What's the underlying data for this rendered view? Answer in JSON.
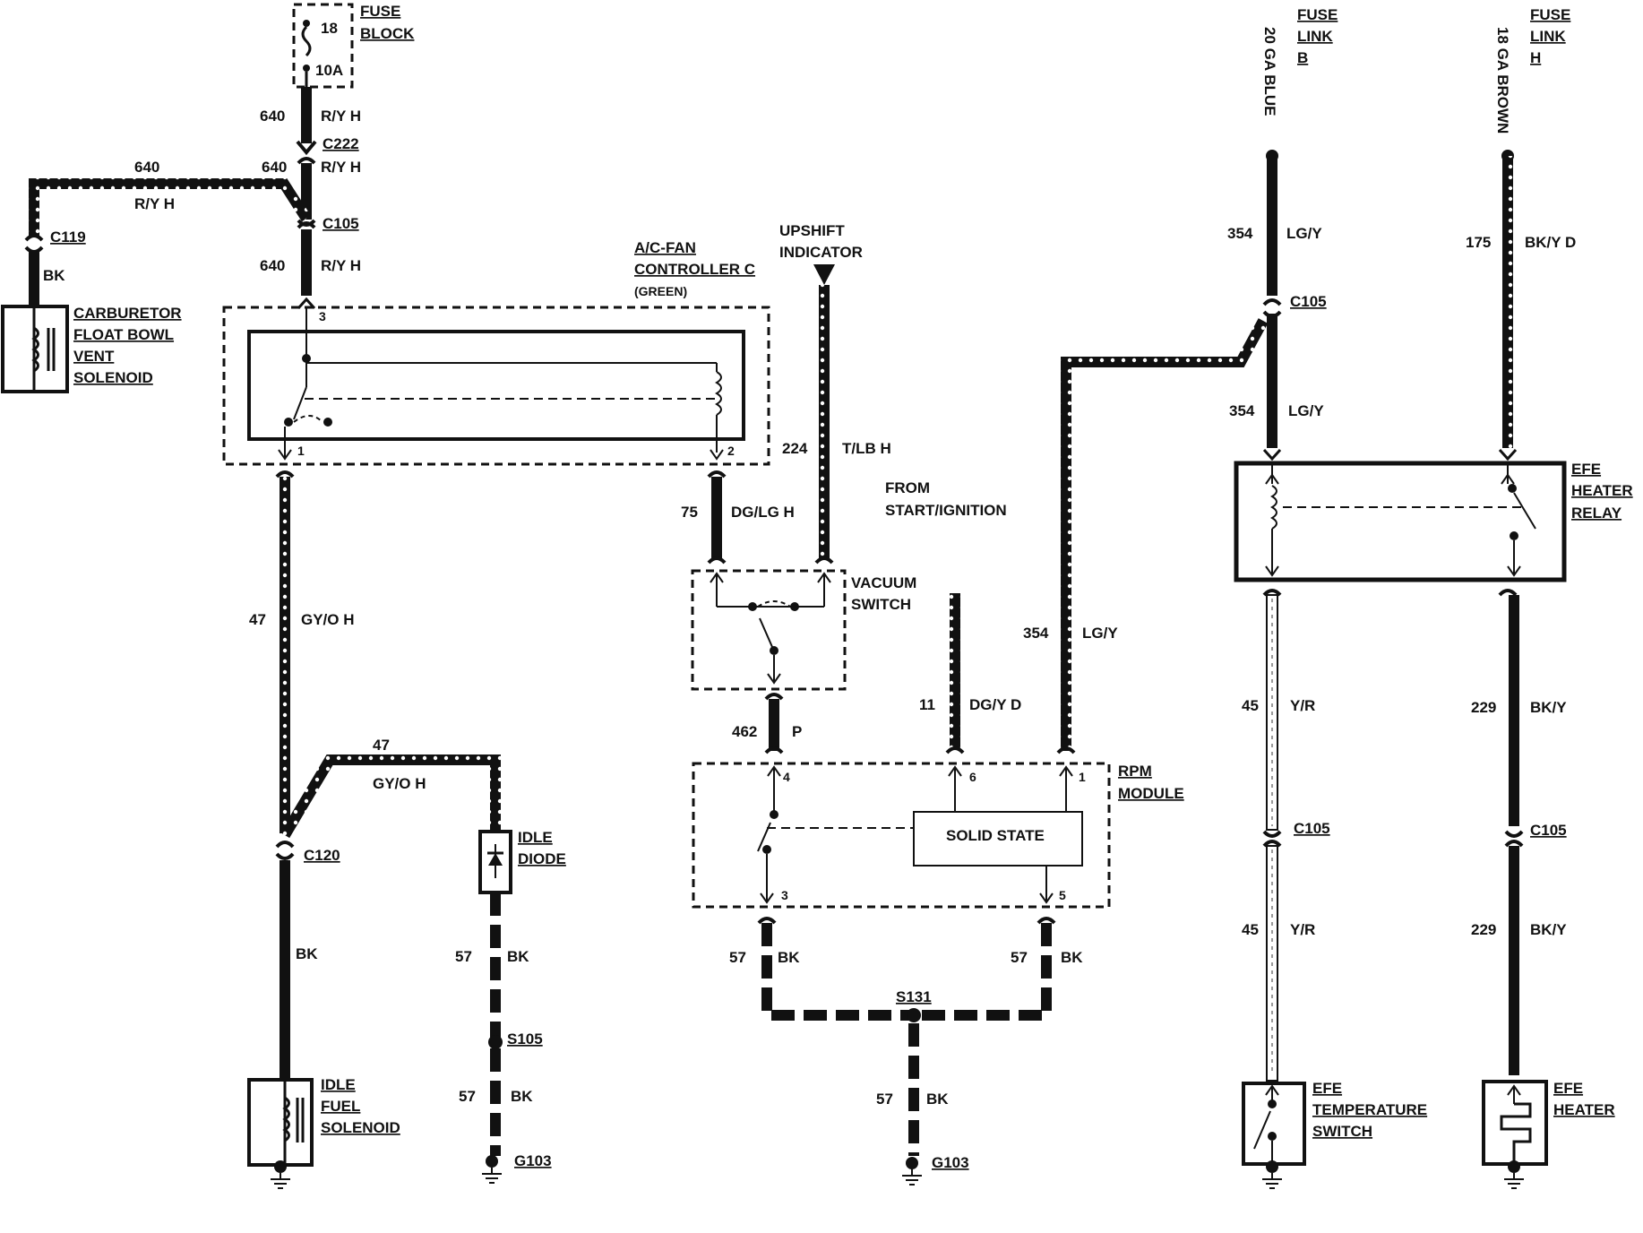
{
  "fuse_block": {
    "num": "18",
    "rating": "10A",
    "name_l1": "FUSE",
    "name_l2": "BLOCK"
  },
  "connectors": {
    "c222": "C222",
    "c105": "C105",
    "c119": "C119",
    "c120": "C120",
    "s131": "S131",
    "s105": "S105",
    "g103": "G103"
  },
  "wires": {
    "w640": "640",
    "ryh": "R/Y H",
    "bk": "BK",
    "w47": "47",
    "gyoh": "GY/O H",
    "w57": "57",
    "w224": "224",
    "tlbh": "T/LB H",
    "w75": "75",
    "dglgh": "DG/LG H",
    "w462": "462",
    "p": "P",
    "w11": "11",
    "dgyd": "DG/Y D",
    "w354": "354",
    "lgy": "LG/Y",
    "w175": "175",
    "bkyd": "BK/Y D",
    "w45": "45",
    "yr": "Y/R",
    "w229": "229",
    "bky": "BK/Y",
    "ga20": "20 GA BLUE",
    "ga18": "18 GA BROWN"
  },
  "components": {
    "carb_l1": "CARBURETOR",
    "carb_l2": "FLOAT BOWL",
    "carb_l3": "VENT",
    "carb_l4": "SOLENOID",
    "acfan_l1": "A/C-FAN",
    "acfan_l2": "CONTROLLER C",
    "acfan_l3": "(GREEN)",
    "upshift_l1": "UPSHIFT",
    "upshift_l2": "INDICATOR",
    "from_l1": "FROM",
    "from_l2": "START/IGNITION",
    "vac_l1": "VACUUM",
    "vac_l2": "SWITCH",
    "rpm_l1": "RPM",
    "rpm_l2": "MODULE",
    "solid_state": "SOLID STATE",
    "diode_l1": "IDLE",
    "diode_l2": "DIODE",
    "ifs_l1": "IDLE",
    "ifs_l2": "FUEL",
    "ifs_l3": "SOLENOID",
    "linkb_l1": "FUSE",
    "linkb_l2": "LINK",
    "linkb_l3": "B",
    "linkh_l1": "FUSE",
    "linkh_l2": "LINK",
    "linkh_l3": "H",
    "relay_l1": "EFE",
    "relay_l2": "HEATER",
    "relay_l3": "RELAY",
    "temp_l1": "EFE",
    "temp_l2": "TEMPERATURE",
    "temp_l3": "SWITCH",
    "heater_l1": "EFE",
    "heater_l2": "HEATER"
  },
  "pins": {
    "p1": "1",
    "p2": "2",
    "p3": "3",
    "p4": "4",
    "p5": "5",
    "p6": "6"
  }
}
